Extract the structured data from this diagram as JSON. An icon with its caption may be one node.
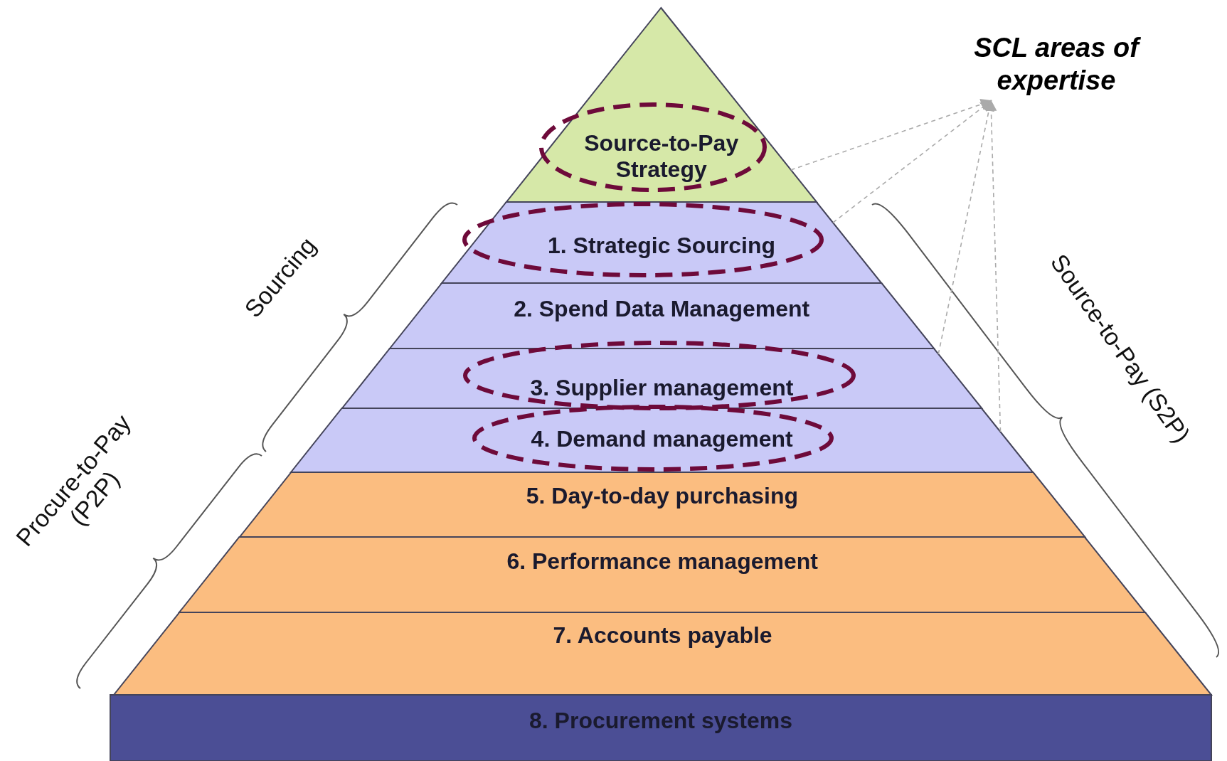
{
  "diagram": {
    "nodes": [
      {
        "text": [
          "Source-to-Pay Strategy"
        ]
      },
      {
        "text": [
          "1. Strategic Sourcing"
        ]
      },
      {
        "text": [
          "2. Spend Data Management"
        ]
      },
      {
        "text": [
          "3. Supplier management"
        ]
      },
      {
        "text": [
          "4. Demand management"
        ]
      },
      {
        "text": [
          "5. Day-to-day purchasing"
        ]
      },
      {
        "text": [
          "6. Performance management"
        ]
      },
      {
        "text": [
          "7. Accounts payable"
        ]
      },
      {
        "text": [
          "8. Procurement systems"
        ]
      },
      {
        "text": [
          "SCL areas of expertise"
        ]
      }
    ],
    "edges": [
      {
        "from": 0,
        "to": 9,
        "arrow": "to",
        "style": "dashed",
        "color": "#aaaaaa"
      },
      {
        "from": 1,
        "to": 9,
        "arrow": "to",
        "style": "dashed",
        "color": "#aaaaaa"
      },
      {
        "from": 3,
        "to": 9,
        "arrow": "to",
        "style": "dashed",
        "color": "#aaaaaa"
      },
      {
        "from": 4,
        "to": 9,
        "arrow": "to",
        "style": "dashed",
        "color": "#aaaaaa"
      }
    ],
    "labels": [
      "Sourcing",
      "Procure-to-Pay (P2P)",
      "Source-to-Pay (S2P)"
    ]
  }
}
